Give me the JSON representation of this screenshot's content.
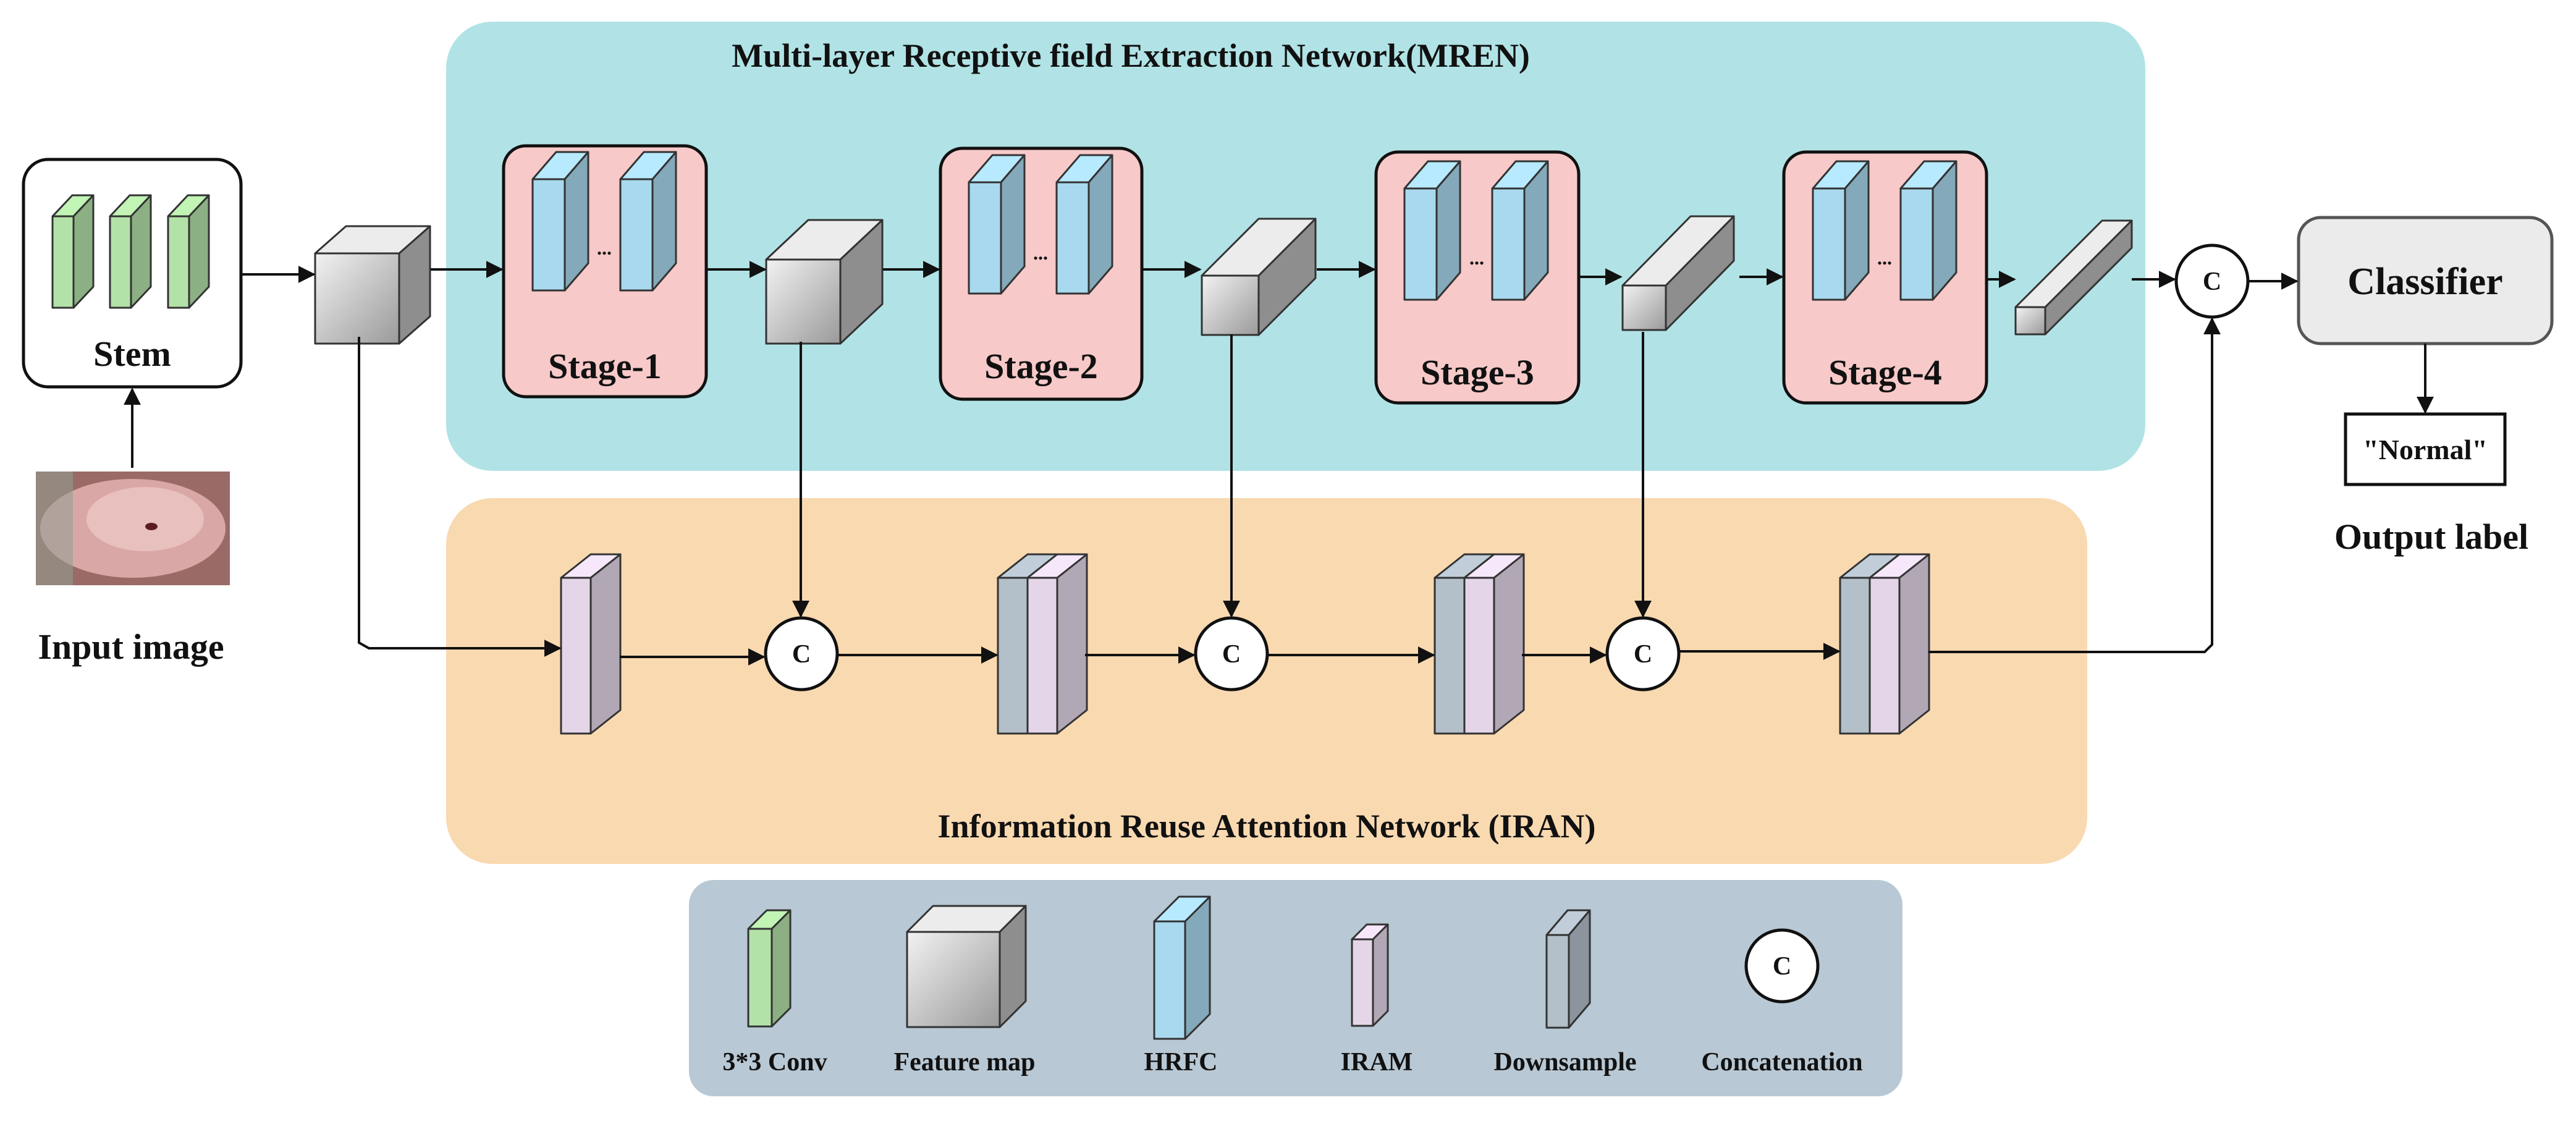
{
  "mren": {
    "title": "Multi-layer Receptive field Extraction Network(MREN)",
    "color": "#b1e3e6"
  },
  "iran": {
    "title": "Information Reuse Attention Network (IRAN)",
    "color": "#f9d9b0"
  },
  "stem": {
    "label": "Stem"
  },
  "input": {
    "label": "Input image"
  },
  "stages": [
    {
      "label": "Stage-1",
      "dots": "..."
    },
    {
      "label": "Stage-2",
      "dots": "..."
    },
    {
      "label": "Stage-3",
      "dots": "..."
    },
    {
      "label": "Stage-4",
      "dots": "..."
    }
  ],
  "concat_symbol": "C",
  "classifier": {
    "label": "Classifier"
  },
  "output": {
    "value": "\"Normal\"",
    "label": "Output label"
  },
  "legend": {
    "color": "#b8c8d4",
    "items": [
      {
        "label": "3*3 Conv",
        "icon": "conv-block-icon"
      },
      {
        "label": "Feature map",
        "icon": "feature-map-cube-icon"
      },
      {
        "label": "HRFC",
        "icon": "hrfc-block-icon"
      },
      {
        "label": "IRAM",
        "icon": "iram-block-icon"
      },
      {
        "label": "Downsample",
        "icon": "downsample-block-icon"
      },
      {
        "label": "Concatenation",
        "icon": "concat-circle-icon"
      }
    ]
  },
  "colors": {
    "conv": "#b3e2a8",
    "hrfc": "#a9d9ee",
    "iram": "#e4d6e8",
    "downsample": "#b3bfc9",
    "stage_box": "#f7c9c9"
  }
}
